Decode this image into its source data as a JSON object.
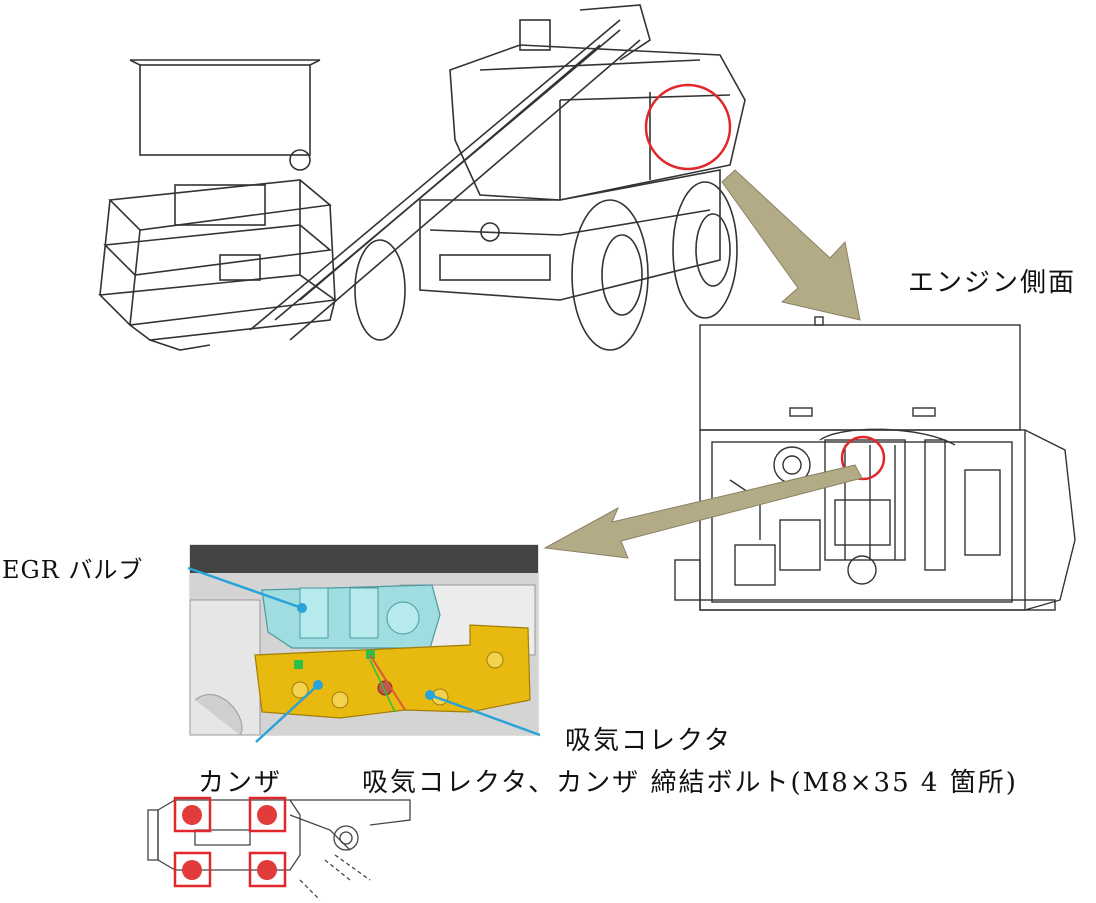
{
  "labels": {
    "engine_side": "エンジン側面",
    "egr_valve": "EGR バルブ",
    "intake_collector": "吸気コレクタ",
    "kanza": "カンザ",
    "bolt_note": "吸気コレクタ、カンザ 締結ボルト(M8×35 4 箇所)"
  },
  "colors": {
    "highlight_circle": "#e0282a",
    "arrow_fill": "#b3aa86",
    "egr_part": "#9fdde0",
    "collector_part": "#e8b90f",
    "leader_line": "#2aa3d8",
    "bolt_marker": "#e23b3b"
  },
  "bolt_count": 4
}
